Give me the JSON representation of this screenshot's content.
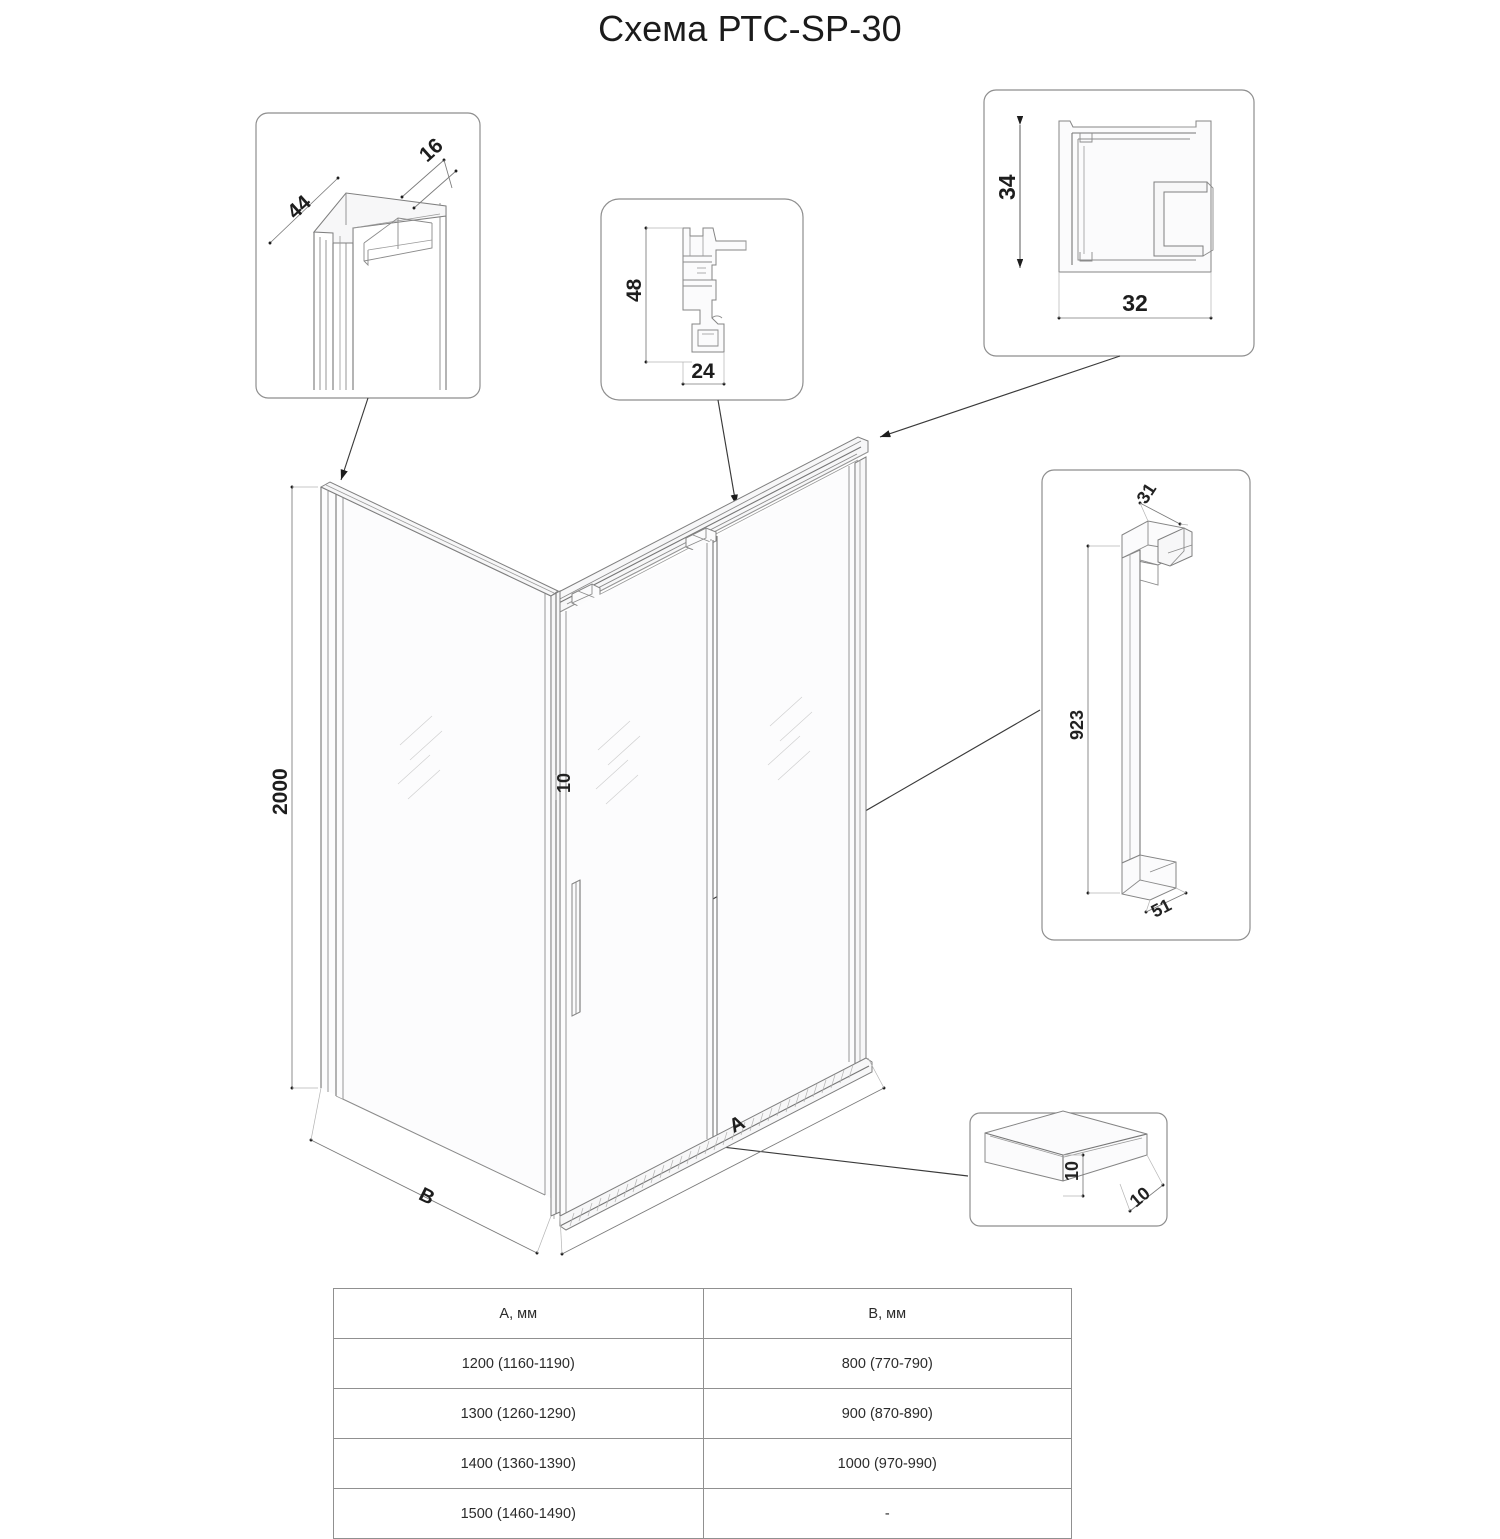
{
  "title": "Схема РТС-SP-30",
  "main_drawing": {
    "name": "shower-enclosure-isometric",
    "height_dim": "2000",
    "glass_thickness_dim": "10",
    "side_width_label": "B",
    "front_width_label": "A"
  },
  "callouts": {
    "top_left": {
      "name": "wall-profile-detail",
      "dims": [
        "44",
        "16"
      ]
    },
    "top_middle": {
      "name": "track-section-detail",
      "dims": [
        "48",
        "24"
      ]
    },
    "top_right": {
      "name": "rail-profile-detail",
      "dims": [
        "34",
        "32"
      ]
    },
    "right": {
      "name": "door-handle-detail",
      "dims": [
        "31",
        "923",
        "51"
      ]
    },
    "bottom_right": {
      "name": "bottom-guide-detail",
      "dims": [
        "10",
        "10"
      ]
    }
  },
  "table": {
    "headers": [
      "А, мм",
      "В, мм"
    ],
    "rows": [
      [
        "1200 (1160-1190)",
        "800 (770-790)"
      ],
      [
        "1300 (1260-1290)",
        "900 (870-890)"
      ],
      [
        "1400 (1360-1390)",
        "1000 (970-990)"
      ],
      [
        "1500 (1460-1490)",
        "-"
      ]
    ]
  }
}
